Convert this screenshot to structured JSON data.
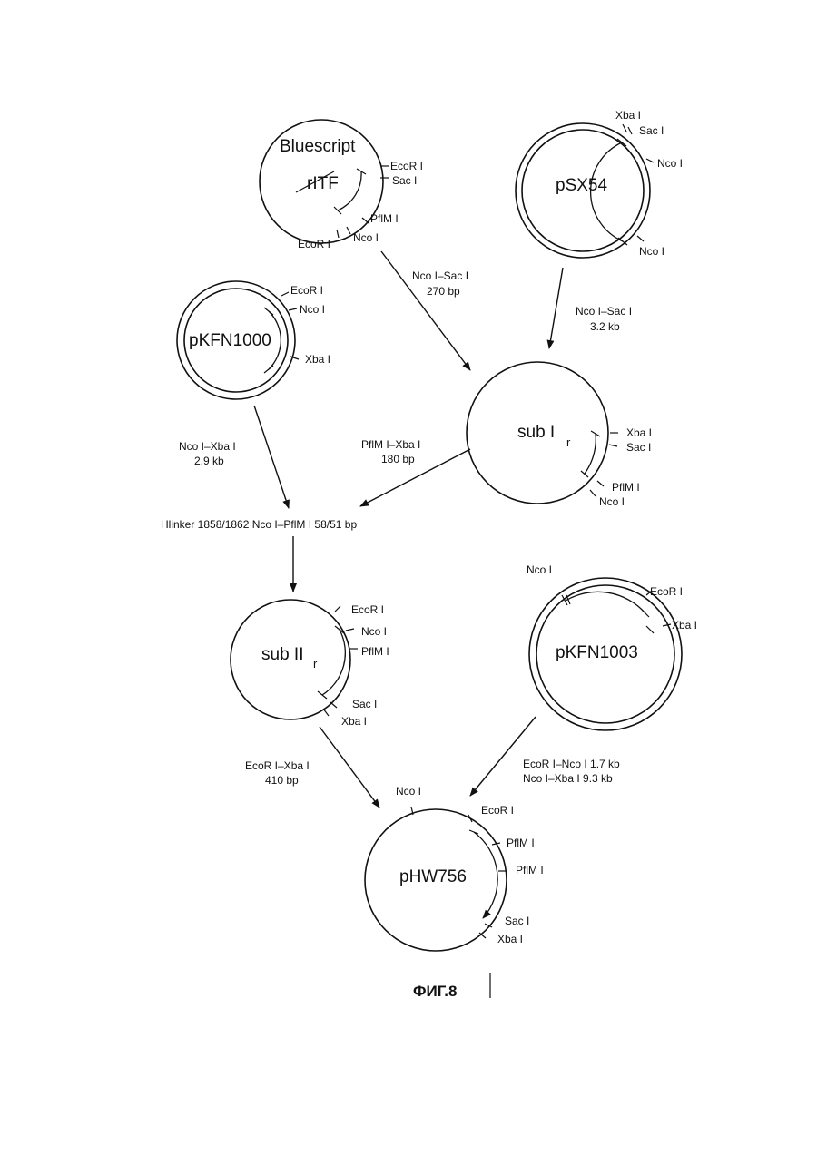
{
  "plasmids": {
    "bluescript": {
      "name": "Bluescript",
      "insert": "rITF",
      "ecori1": "EcoR I",
      "saci": "Sac I",
      "pflmi": "PflM I",
      "ncoi": "Nco I",
      "ecori2": "EcoR I"
    },
    "psx54": {
      "name": "pSX54",
      "xbai": "Xba I",
      "saci": "Sac I",
      "ncoi1": "Nco I",
      "ncoi2": "Nco I"
    },
    "pkfn1000": {
      "name": "pKFN1000",
      "ecori": "EcoR I",
      "ncoi": "Nco I",
      "xbai": "Xba I"
    },
    "sub1": {
      "name": "sub I",
      "sub": "r",
      "xbai": "Xba I",
      "saci": "Sac I",
      "pflmi": "PflM I",
      "ncoi": "Nco I"
    },
    "sub2": {
      "name": "sub II",
      "sub": "r",
      "ecori": "EcoR I",
      "ncoi": "Nco I",
      "pflmi": "PflM I",
      "saci": "Sac I",
      "xbai": "Xba I"
    },
    "pkfn1003": {
      "name": "pKFN1003",
      "ncoi": "Nco I",
      "ecori": "EcoR I",
      "xbai": "Xba I"
    },
    "phw756": {
      "name": "pHW756",
      "ncoi": "Nco I",
      "ecori": "EcoR I",
      "pflmi1": "PflM I",
      "pflmi2": "PflM I",
      "saci": "Sac I",
      "xbai": "Xba I"
    }
  },
  "fragments": {
    "f1a": "Nco I–Sac I",
    "f1b": "270 bp",
    "f2a": "Nco I–Sac I",
    "f2b": "3.2 kb",
    "f3a": "Nco I–Xba I",
    "f3b": "2.9 kb",
    "f4a": "PflM I–Xba I",
    "f4b": "180 bp",
    "linker": "Hlinker 1858/1862 Nco I–PflM I  58/51 bp",
    "f5a": "EcoR I–Xba I",
    "f5b": "410 bp",
    "f6a": "EcoR I–Nco I   1.7 kb",
    "f6b": "Nco I–Xba I   9.3 kb"
  },
  "caption": "ФИГ.8"
}
